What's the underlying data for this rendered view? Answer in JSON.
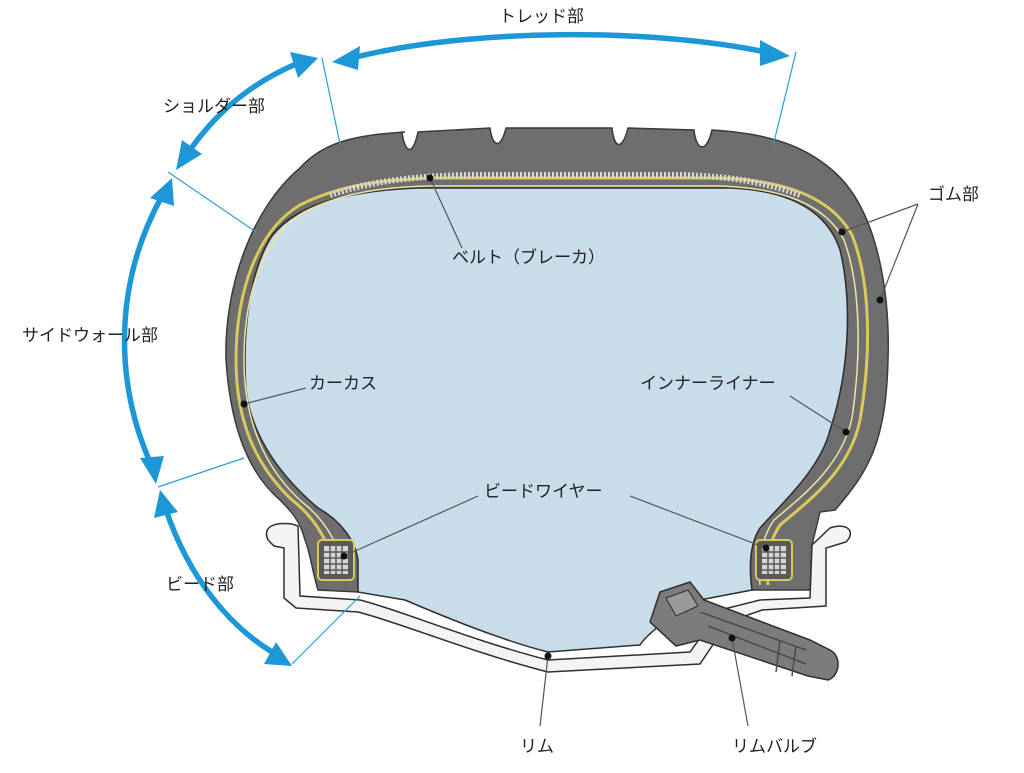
{
  "labels": {
    "tread": "トレッド部",
    "shoulder": "ショルダー部",
    "sidewall": "サイドウォール部",
    "bead": "ビード部",
    "rubber": "ゴム部",
    "belt": "ベルト（ブレーカ）",
    "carcass": "カーカス",
    "inner_liner": "インナーライナー",
    "bead_wire": "ビードワイヤー",
    "rim": "リム",
    "rim_valve": "リムバルブ"
  },
  "colors": {
    "rubber": "#6e6e6e",
    "inner_cavity": "#c9dcea",
    "carcass_line": "#d8c95a",
    "arrow": "#1e97d6",
    "rim_metal": "#f4f4f4",
    "valve": "#7c7c7c"
  }
}
